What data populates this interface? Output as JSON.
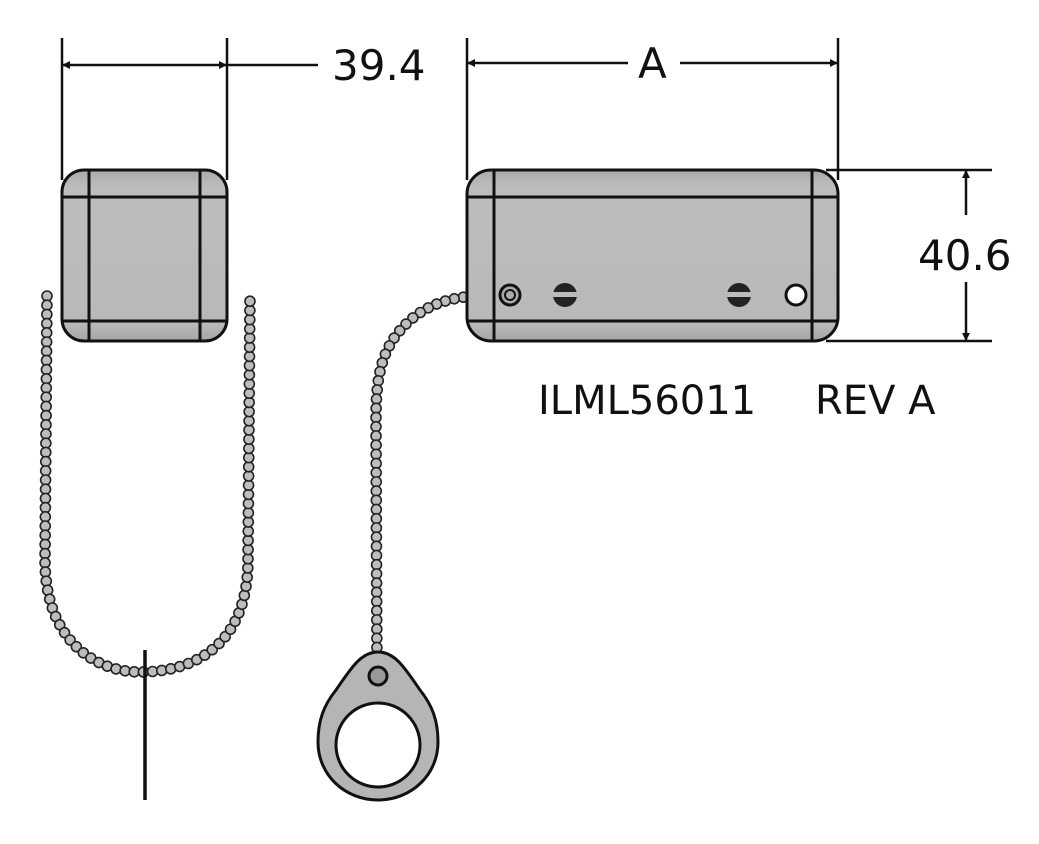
{
  "dimensions": {
    "width_side": "39.4",
    "length_front": "A",
    "height_front": "40.6"
  },
  "part_label": {
    "part_number": "ILML56011",
    "revision": "REV A"
  },
  "colors": {
    "body": "#b9b9b9",
    "outline": "#111111",
    "bead": "#bdbdbd"
  }
}
